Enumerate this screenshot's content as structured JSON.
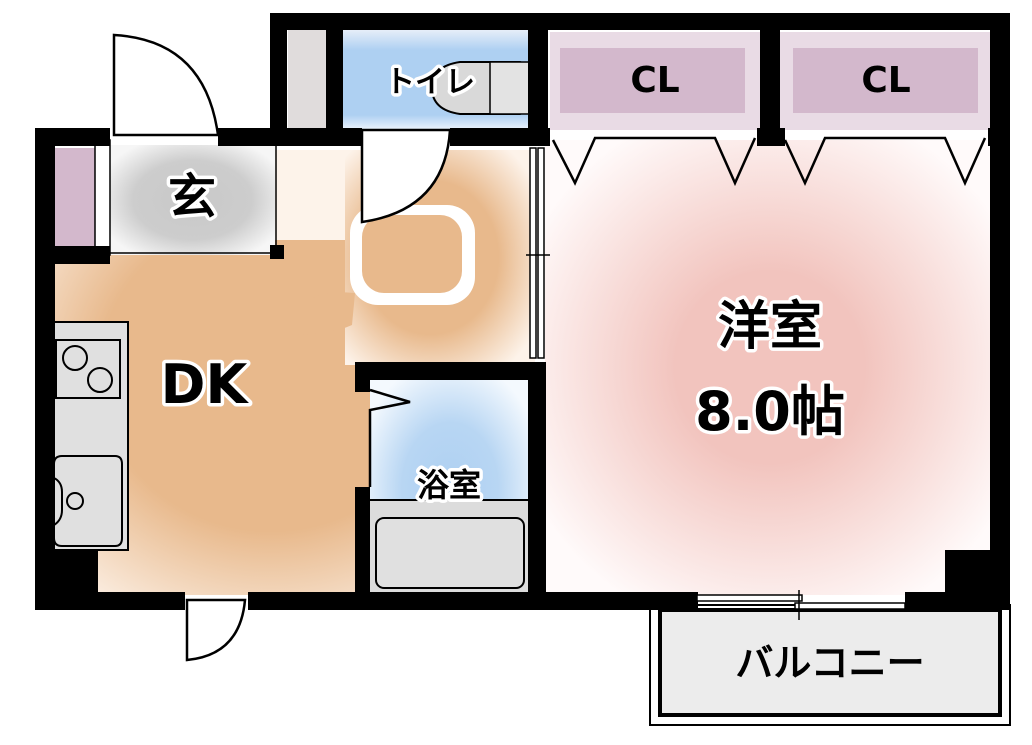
{
  "floorplan": {
    "colors": {
      "wall": "#000000",
      "dk_floor": "#e8b98c",
      "western_room_floor": "#f2c4be",
      "bath_toilet_floor": "#aed0f2",
      "closet_fill": "#d3b8cc",
      "entrance_fill": "#c8c8c8",
      "balcony_fill": "#ececec",
      "kitchen_counter": "#e0e0e0"
    },
    "rooms": {
      "entrance": {
        "label": "玄"
      },
      "toilet": {
        "label": "トイレ"
      },
      "closet_1": {
        "label": "CL"
      },
      "closet_2": {
        "label": "CL"
      },
      "dk": {
        "label": "DK"
      },
      "bathroom": {
        "label": "浴室"
      },
      "western_room": {
        "label": "洋室",
        "size": "8.0帖"
      },
      "balcony": {
        "label": "バルコニー"
      }
    }
  }
}
